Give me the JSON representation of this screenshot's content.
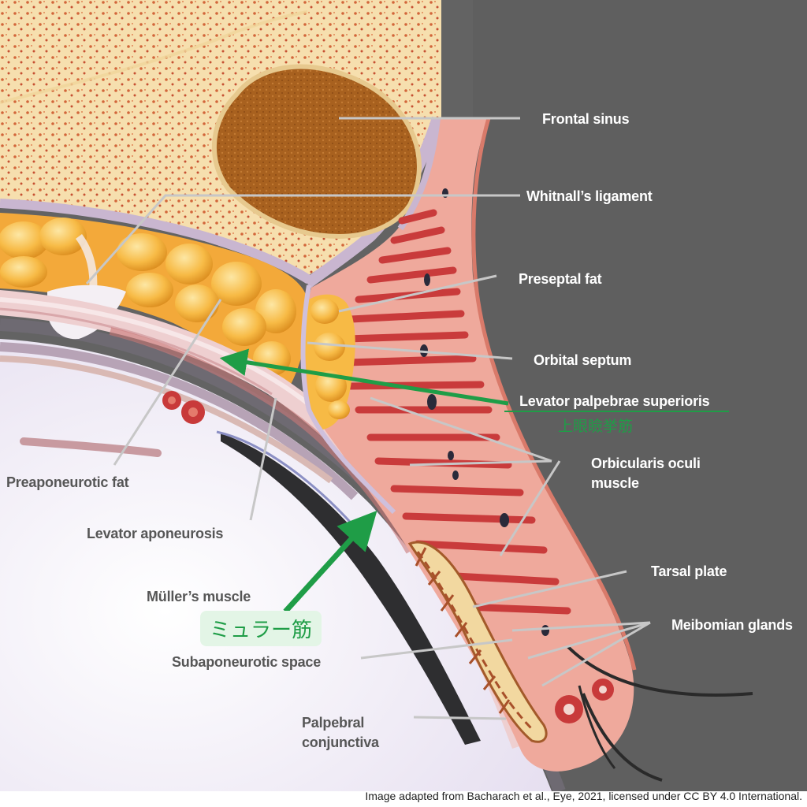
{
  "labels": {
    "frontal_sinus": "Frontal sinus",
    "whitnalls_ligament": "Whitnall’s ligament",
    "preseptal_fat": "Preseptal fat",
    "orbital_septum": "Orbital septum",
    "levator_palpebrae_superioris": "Levator palpebrae superioris",
    "orbicularis_oculi_muscle": "Orbicularis oculi muscle",
    "preaponeurotic_fat": "Preaponeurotic fat",
    "levator_aponeurosis": "Levator aponeurosis",
    "mullers_muscle": "Müller’s muscle",
    "tarsal_plate": "Tarsal plate",
    "meibomian_glands": "Meibomian glands",
    "subaponeurotic_space": "Subaponeurotic space",
    "palpebral_conjunctiva": "Palpebral conjunctiva"
  },
  "annotations": {
    "levator_jp": "上眼瞼挙筋",
    "muller_jp": "ミュラー筋"
  },
  "credit": "Image adapted from Bacharach et al., Eye, 2021, licensed under CC BY 4.0 International.",
  "colors": {
    "background_gray": "#5f5f5f",
    "bone": "#f6dfae",
    "sinus": "#a8611f",
    "fat": "#f7ba45",
    "muscle": "#d04a4a",
    "skin": "#efa99c",
    "eyeball": "#f2eef6",
    "accent_green": "#1f9d47"
  }
}
